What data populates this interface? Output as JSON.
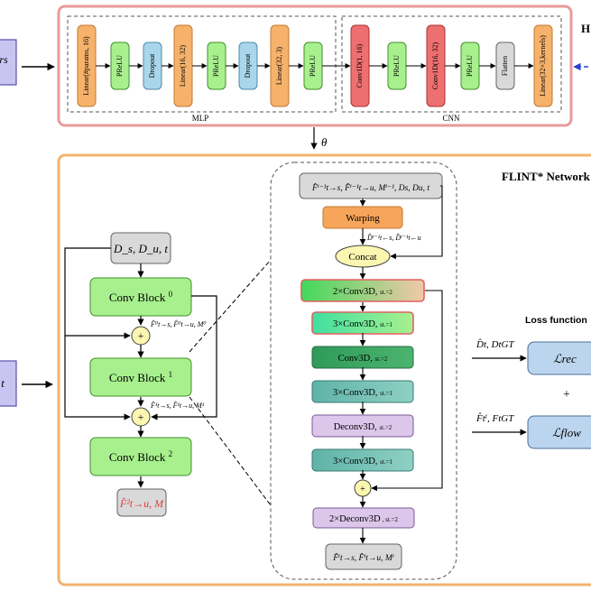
{
  "left_inputs": {
    "top": "rs",
    "bottom": "t"
  },
  "hypernetwork": {
    "title": "H",
    "mlp_label": "MLP",
    "cnn_label": "CNN",
    "mlp_layers": [
      "Linear(#params, 16)",
      "PReLU",
      "Dropout",
      "Linear(16, 32)",
      "PReLU",
      "Dropout",
      "Linear(32, 3)",
      "PReLU"
    ],
    "cnn_layers": [
      "Conv1D(1, 16)",
      "PReLU",
      "Conv1D(16, 32)",
      "PReLU",
      "Flatten",
      "Linear(32×3,kernels)"
    ],
    "theta": "θ"
  },
  "flint": {
    "title": "FLINT* Network",
    "input": "D_s, D_u, t",
    "blocks": [
      {
        "label": "Conv Block",
        "sup": "0",
        "output": "F̂⁰t→s, F̂⁰t→u, M⁰"
      },
      {
        "label": "Conv Block",
        "sup": "1",
        "output": "F̂¹t→s, F̂¹t→u, M¹"
      },
      {
        "label": "Conv Block",
        "sup": "2"
      }
    ],
    "plus": "+",
    "final_output": "F̂²t→u, M"
  },
  "detail": {
    "input": "F̂ⁱ⁻¹t→s, F̂ⁱ⁻¹t→u, Mⁱ⁻¹, Ds, Du, t",
    "warping": "Warping",
    "warp_out": "D̂ⁱ⁻¹t←s, D̂ⁱ⁻¹t←u",
    "concat": "Concat",
    "layers": [
      {
        "main": "2×Conv3D",
        "small": "st.=2"
      },
      {
        "main": "3×Conv3D",
        "small": "st.=1"
      },
      {
        "main": "Conv3D",
        "small": "st.=2"
      },
      {
        "main": "3×Conv3D",
        "small": "st.=1"
      },
      {
        "main": "Deconv3D",
        "small": "st.=2"
      },
      {
        "main": "3×Conv3D",
        "small": "st.=1"
      }
    ],
    "plus": "+",
    "last_layer": {
      "main": "2×Deconv3D",
      "small": "st.=2"
    },
    "output": "F̂ⁱt→s, F̂ⁱt→u, Mⁱ"
  },
  "loss": {
    "title": "Loss function",
    "rec_inputs": "D̂t, DtGT",
    "rec": "ℒrec",
    "plus": "+",
    "flow_inputs": "F̂tⁱ, FtGT",
    "flow": "ℒflow"
  },
  "colors": {
    "orange_fill": "#f6b26b",
    "orange_stroke": "#c07a30",
    "green_fill": "#a8f08e",
    "green_stroke": "#3f8f2a",
    "blue_fill": "#a9d6ea",
    "blue_stroke": "#4d8aa8",
    "red_fill": "#ee6f6f",
    "red_stroke": "#a83232",
    "gray_fill": "#d9d9d9",
    "lavender_fill": "#c9c4f2",
    "frame_pink": "#ea9a9a",
    "frame_orange": "#f2b36e",
    "loss_blue": "#bcd5ee",
    "yellow": "#fbf7b0"
  }
}
